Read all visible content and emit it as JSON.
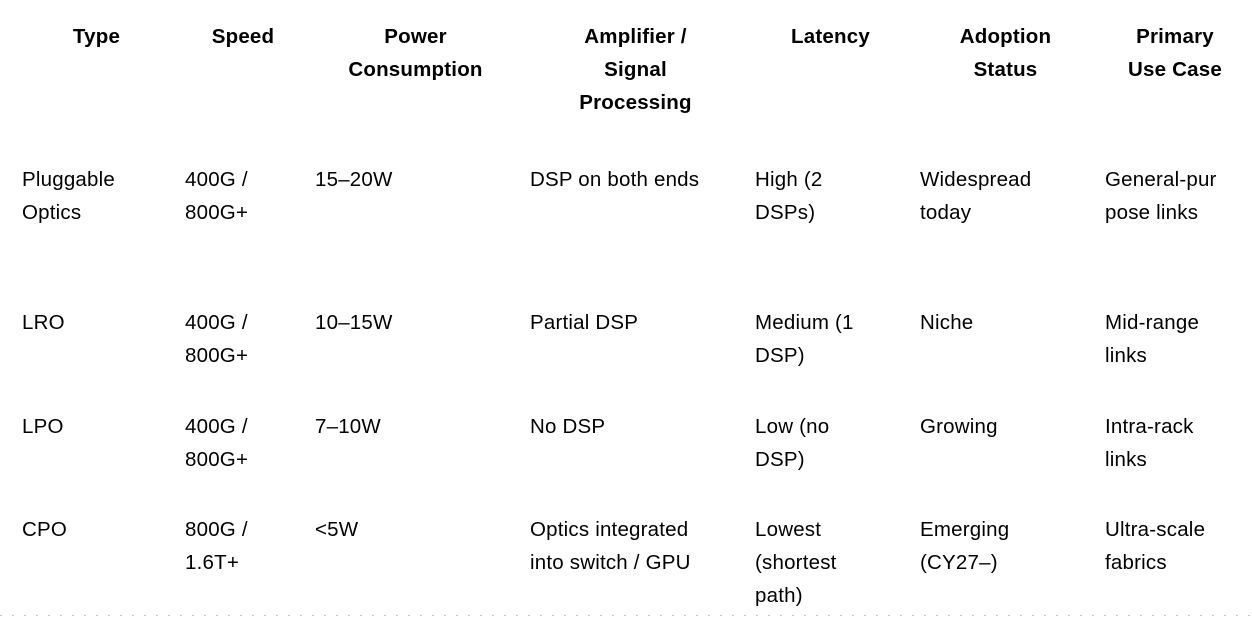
{
  "page": {
    "background": "#ffffff",
    "text_color": "#000000"
  },
  "table": {
    "columns": [
      {
        "id": "type",
        "label": "Type"
      },
      {
        "id": "speed",
        "label": "Speed"
      },
      {
        "id": "power",
        "label": "Power\nConsumption"
      },
      {
        "id": "amplifier",
        "label": "Amplifier /\nSignal\nProcessing"
      },
      {
        "id": "latency",
        "label": "Latency"
      },
      {
        "id": "adoption",
        "label": "Adoption\nStatus"
      },
      {
        "id": "use_case",
        "label": "Primary\nUse Case"
      }
    ],
    "rows": [
      {
        "cells": [
          "Pluggable\nOptics",
          "400G /\n800G+",
          "15–20W",
          "DSP on both ends",
          "High (2\nDSPs)",
          "Widespread\ntoday",
          "General-pur\npose links"
        ]
      },
      {
        "cells": [
          "LRO",
          "400G /\n800G+",
          "10–15W",
          "Partial DSP",
          "Medium (1\nDSP)",
          "Niche",
          "Mid-range\nlinks"
        ]
      },
      {
        "cells": [
          "LPO",
          "400G /\n800G+",
          "7–10W",
          "No DSP",
          "Low (no\nDSP)",
          "Growing",
          "Intra-rack\nlinks"
        ]
      },
      {
        "cells": [
          "CPO",
          "800G /\n1.6T+",
          "<5W",
          "Optics integrated\ninto switch / GPU",
          "Lowest\n(shortest\npath)",
          "Emerging\n(CY27–)",
          "Ultra-scale\nfabrics"
        ]
      }
    ]
  },
  "page_break": {
    "style": "dotted",
    "color": "#c9c9c9"
  }
}
